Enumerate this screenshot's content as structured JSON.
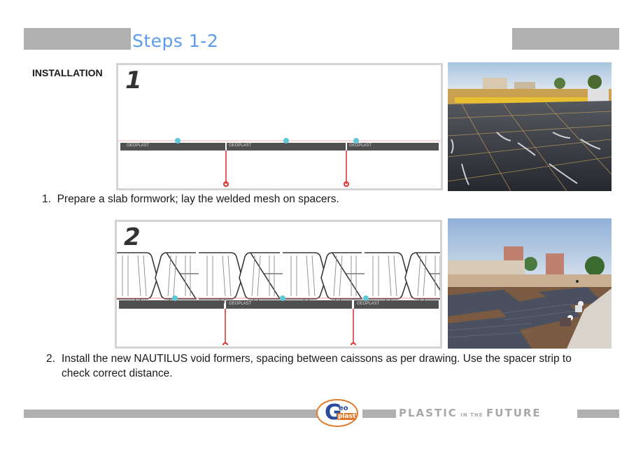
{
  "header": {
    "title": "Steps 1-2"
  },
  "section_label": "INSTALLATION",
  "steps": [
    {
      "number": "1",
      "diagram_label": "1",
      "board_labels": [
        "GEOPLAST",
        "GEOPLAST",
        "GEOPLAST"
      ],
      "caption_num": "1.",
      "caption": "Prepare a slab formwork; lay the welded mesh on spacers.",
      "photo_alt": "construction site with slab formwork and welded mesh"
    },
    {
      "number": "2",
      "diagram_label": "2",
      "board_labels": [
        "GEOPLAST",
        "GEOPLAST"
      ],
      "caption_num": "2.",
      "caption_line1": "Install the new NAUTILUS void formers, spacing between caissons as per drawing. Use the spacer strip to",
      "caption_line2": "check correct distance.",
      "photo_alt": "workers installing NAUTILUS void formers on site"
    }
  ],
  "footer": {
    "logo_main": "G",
    "logo_eo": "eo",
    "logo_plast": "plast",
    "tagline_plastic": "PLASTIC",
    "tagline_in_the": "IN THE",
    "tagline_future": "FUTURE"
  },
  "colors": {
    "title_blue": "#5b9bf0",
    "bar_gray": "#b0b0b0",
    "board_dark": "#505050",
    "spacer_cyan": "#5ec8d8",
    "rebar_red": "#e05050",
    "logo_orange": "#e07a2a",
    "logo_blue": "#2a4a9a"
  }
}
